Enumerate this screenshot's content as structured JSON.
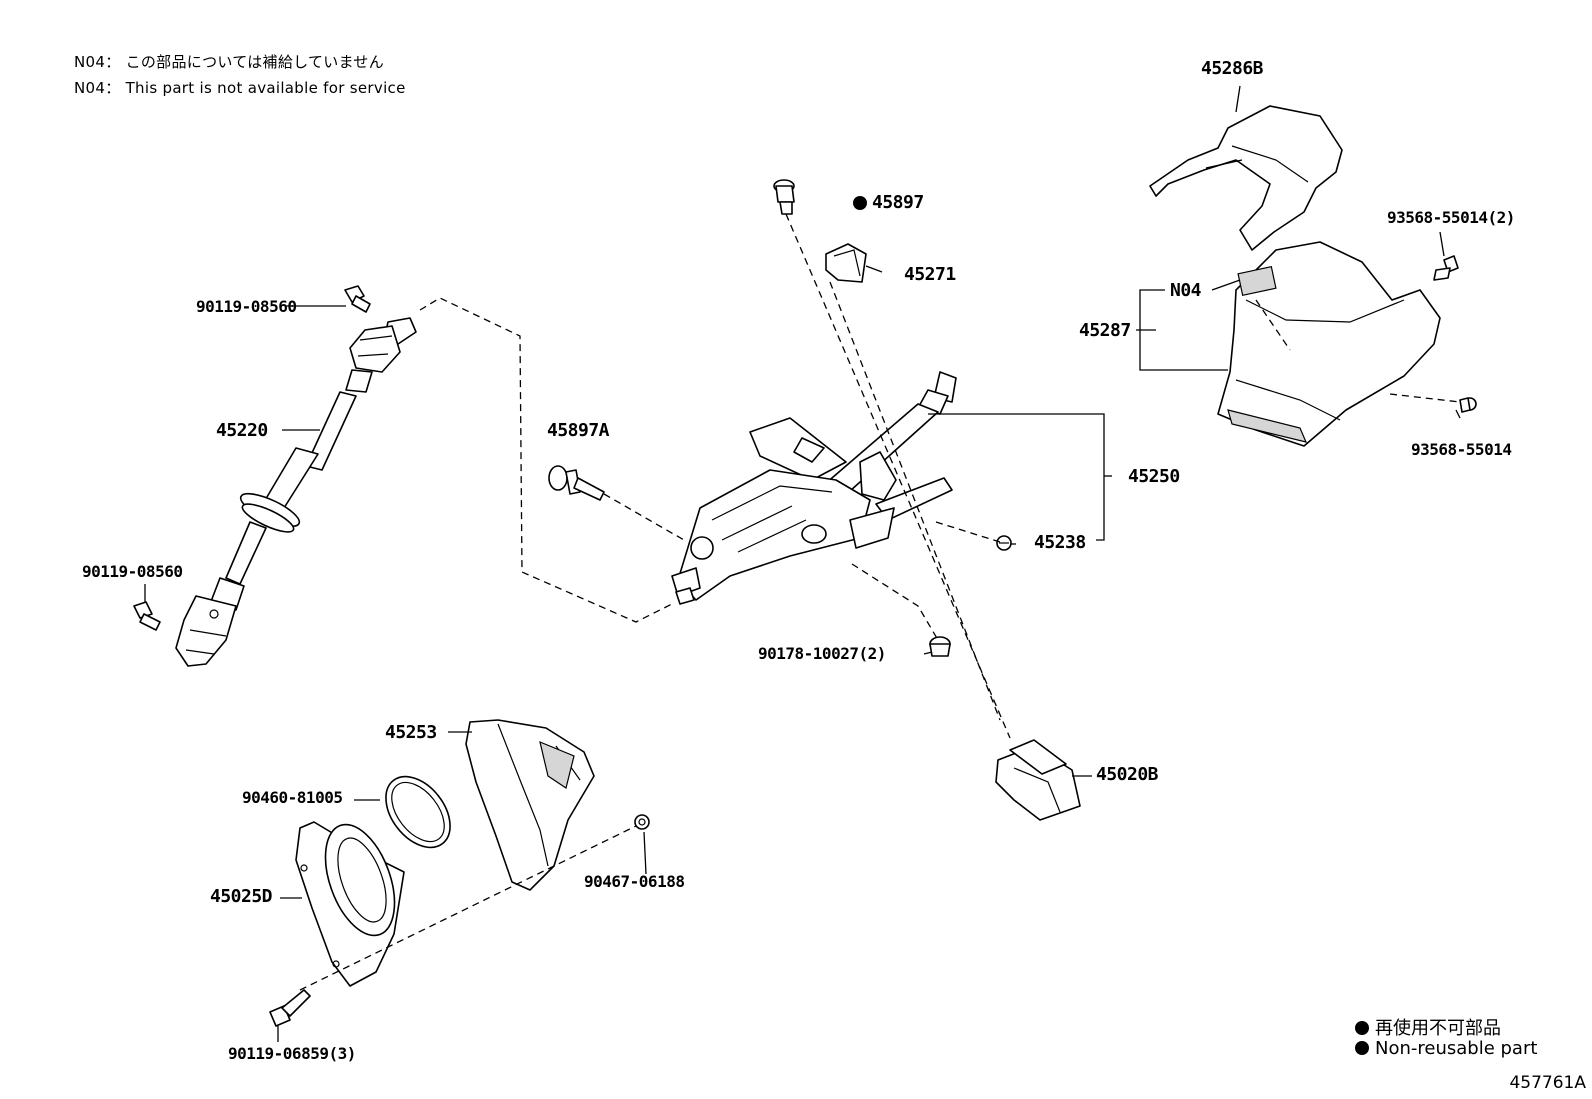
{
  "notes": [
    "N04： この部品については補給していません",
    "N04： This part is not available for service"
  ],
  "parts": {
    "p45286B": "45286B",
    "p45897": "45897",
    "p93568_2": "93568-55014(2)",
    "p45271": "45271",
    "pN04": "N04",
    "p45287": "45287",
    "p90119a": "90119-08560",
    "p93568": "93568-55014",
    "p45220": "45220",
    "p45897A": "45897A",
    "p45250": "45250",
    "p90119b": "90119-08560",
    "p45238": "45238",
    "p90178": "90178-10027(2)",
    "p45253": "45253",
    "p45020B": "45020B",
    "p90460": "90460-81005",
    "p90467": "90467-06188",
    "p45025D": "45025D",
    "p90119c": "90119-06859(3)"
  },
  "legend": {
    "ja": "再使用不可部品",
    "en": "Non-reusable part"
  },
  "figure_number": "457761A"
}
